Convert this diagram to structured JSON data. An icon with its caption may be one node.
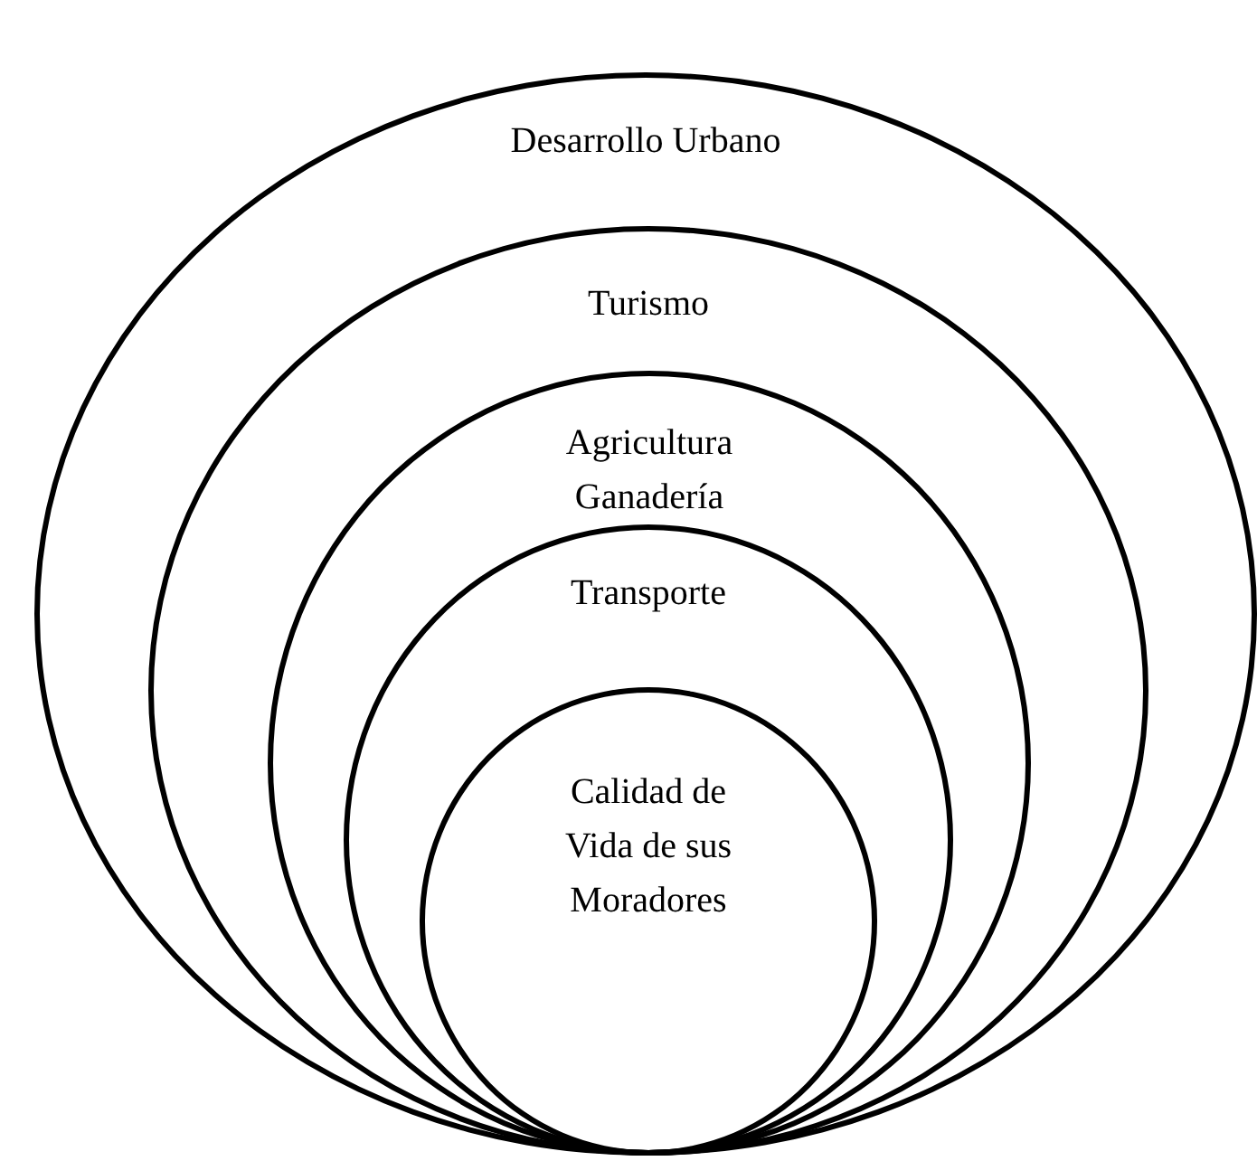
{
  "diagram": {
    "nodes": [
      {
        "text": [
          "Desarrollo Urbano"
        ]
      },
      {
        "text": [
          "Turismo"
        ],
        "in": 0
      },
      {
        "text": [
          "Agricultura Ganadería"
        ],
        "in": 1
      },
      {
        "text": [
          "Transporte"
        ],
        "in": 2
      },
      {
        "text": [
          "Calidad de Vida de sus Moradores"
        ],
        "in": 3
      }
    ]
  }
}
